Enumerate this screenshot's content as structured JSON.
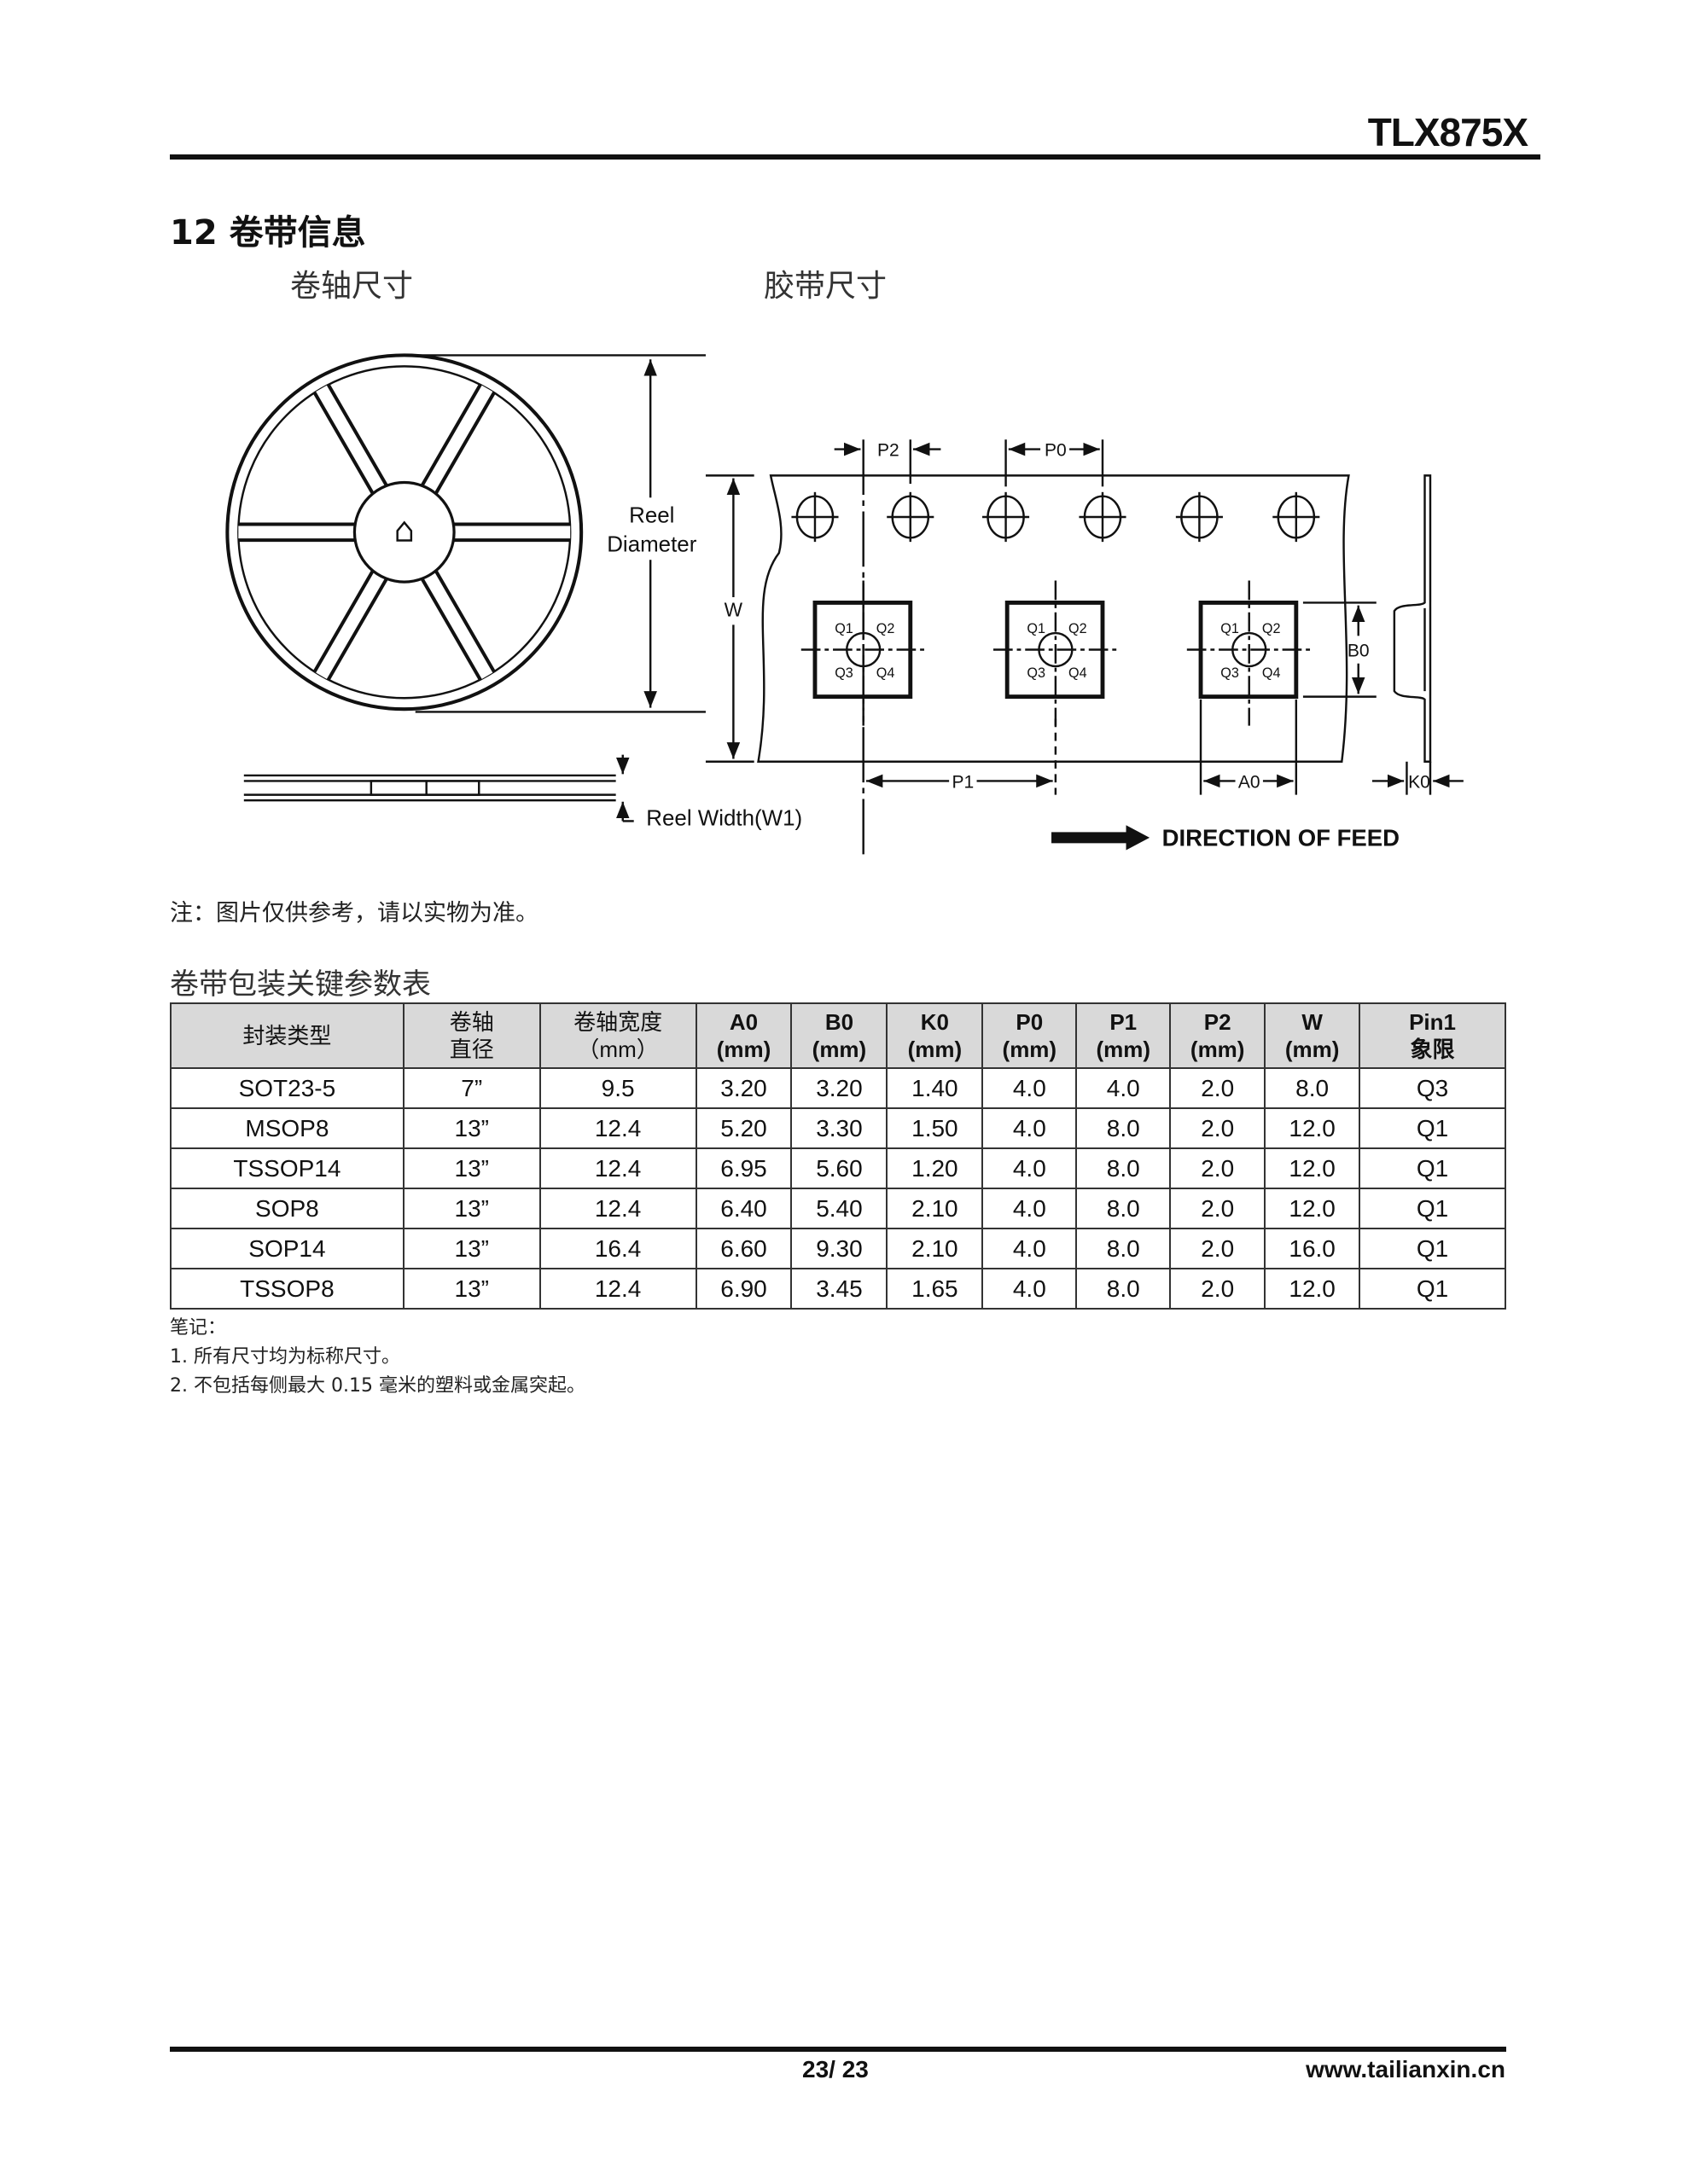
{
  "header": {
    "doc_title": "TLX875X"
  },
  "section": {
    "title": "12 卷带信息",
    "reel_heading": "卷轴尺寸",
    "tape_heading": "胶带尺寸"
  },
  "diagram": {
    "reel_label_1": "Reel",
    "reel_label_2": "Diameter",
    "reel_width": "Reel Width(W1)",
    "w": "W",
    "p2": "P2",
    "p0": "P0",
    "p1": "P1",
    "a0": "A0",
    "b0": "B0",
    "k0": "K0",
    "q1": "Q1",
    "q2": "Q2",
    "q3": "Q3",
    "q4": "Q4",
    "direction": "DIRECTION OF FEED"
  },
  "note": "注：图片仅供参考，请以实物为准。",
  "table": {
    "title": "卷带包装关键参数表",
    "headers": [
      {
        "l1": "封装类型",
        "l2": ""
      },
      {
        "l1": "卷轴",
        "l2": "直径"
      },
      {
        "l1": "卷轴宽度",
        "l2": "（mm）"
      },
      {
        "l1": "A0",
        "l2": "(mm)"
      },
      {
        "l1": "B0",
        "l2": "(mm)"
      },
      {
        "l1": "K0",
        "l2": "(mm)"
      },
      {
        "l1": "P0",
        "l2": "(mm)"
      },
      {
        "l1": "P1",
        "l2": "(mm)"
      },
      {
        "l1": "P2",
        "l2": "(mm)"
      },
      {
        "l1": "W",
        "l2": "(mm)"
      },
      {
        "l1": "Pin1",
        "l2": "象限"
      }
    ],
    "rows": [
      [
        "SOT23-5",
        "7”",
        "9.5",
        "3.20",
        "3.20",
        "1.40",
        "4.0",
        "4.0",
        "2.0",
        "8.0",
        "Q3"
      ],
      [
        "MSOP8",
        "13”",
        "12.4",
        "5.20",
        "3.30",
        "1.50",
        "4.0",
        "8.0",
        "2.0",
        "12.0",
        "Q1"
      ],
      [
        "TSSOP14",
        "13”",
        "12.4",
        "6.95",
        "5.60",
        "1.20",
        "4.0",
        "8.0",
        "2.0",
        "12.0",
        "Q1"
      ],
      [
        "SOP8",
        "13”",
        "12.4",
        "6.40",
        "5.40",
        "2.10",
        "4.0",
        "8.0",
        "2.0",
        "12.0",
        "Q1"
      ],
      [
        "SOP14",
        "13”",
        "16.4",
        "6.60",
        "9.30",
        "2.10",
        "4.0",
        "8.0",
        "2.0",
        "16.0",
        "Q1"
      ],
      [
        "TSSOP8",
        "13”",
        "12.4",
        "6.90",
        "3.45",
        "1.65",
        "4.0",
        "8.0",
        "2.0",
        "12.0",
        "Q1"
      ]
    ]
  },
  "footnotes": {
    "title": "笔记：",
    "items": [
      "1. 所有尺寸均为标称尺寸。",
      "2. 不包括每侧最大 0.15 毫米的塑料或金属突起。"
    ]
  },
  "footer": {
    "page": "23/ 23",
    "site": "www.tailianxin.cn"
  }
}
